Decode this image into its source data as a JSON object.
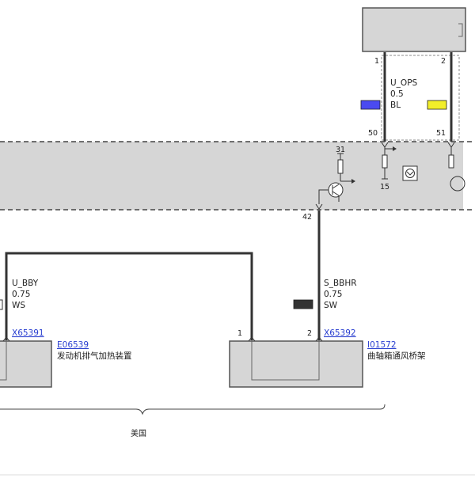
{
  "wires": {
    "u_ops": {
      "name": "U_OPS",
      "gauge": "0.5",
      "color": "BL",
      "swatch": "#4a4af0",
      "pin_top": "1",
      "pin_bottom": "50"
    },
    "second": {
      "pin_top": "2",
      "pin_bottom": "51",
      "swatch": "#f2ee2a"
    },
    "s_bbhr": {
      "name": "S_BBHR",
      "gauge": "0.75",
      "color": "SW",
      "swatch": "#333333",
      "pin_top": "42",
      "pin_bottom": "2"
    },
    "u_bby": {
      "name": "U_BBY",
      "gauge": "0.75",
      "color": "WS",
      "pin_bottom": "1"
    }
  },
  "module": {
    "pin_31": "31",
    "pin_15": "15"
  },
  "connectors": {
    "left": {
      "id": "X65391"
    },
    "right": {
      "id": "X65392"
    }
  },
  "components": {
    "heater": {
      "id": "E06539",
      "name": "发动机排气加热装置"
    },
    "sensor": {
      "id": "I01572",
      "name": "曲轴箱通风桥架"
    }
  },
  "footer": {
    "label": "美国"
  }
}
